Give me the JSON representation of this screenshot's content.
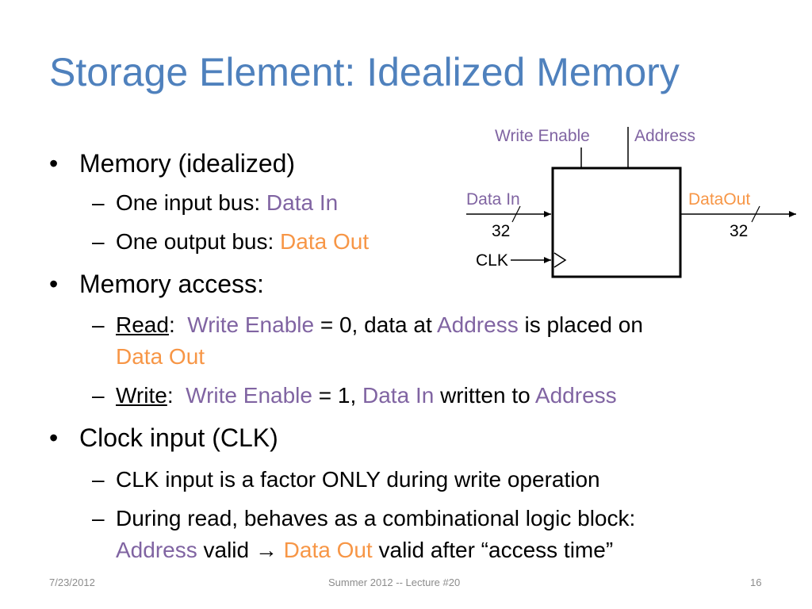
{
  "slide": {
    "title": "Storage Element: Idealized Memory",
    "bullets": {
      "memory": "Memory (idealized)",
      "input_prefix": "One input bus: ",
      "input_value": "Data In",
      "output_prefix": "One output bus: ",
      "output_value": "Data Out",
      "access": "Memory access:",
      "read_word": "Read",
      "read_colon": ":  ",
      "read_we": "Write Enable",
      "read_mid": " = 0, data at ",
      "read_addr": "Address",
      "read_tail": " is placed on",
      "read_out": "Data Out",
      "write_word": "Write",
      "write_colon": ":  ",
      "write_we": "Write Enable",
      "write_mid": " = 1, ",
      "write_in": "Data In",
      "write_tail": " written to ",
      "write_addr": "Address",
      "clock": "Clock input (CLK)",
      "clk_factor": "CLK input is a factor ONLY during write operation",
      "during_read": "During read, behaves as a combinational logic block:",
      "addr": "Address",
      "valid": " valid ",
      "arrow": "→",
      "data_out": "Data Out",
      "valid_after": " valid after “access time”"
    },
    "diagram": {
      "write_enable": "Write Enable",
      "address": "Address",
      "data_in": "Data In",
      "data_out": "DataOut",
      "width_in": "32",
      "width_out": "32",
      "clk": "CLK"
    },
    "footer": {
      "date": "7/23/2012",
      "center": "Summer 2012 -- Lecture #20",
      "page": "16"
    },
    "colors": {
      "title": "#4f81bd",
      "signal": "#8064a2",
      "output": "#f79646"
    }
  }
}
